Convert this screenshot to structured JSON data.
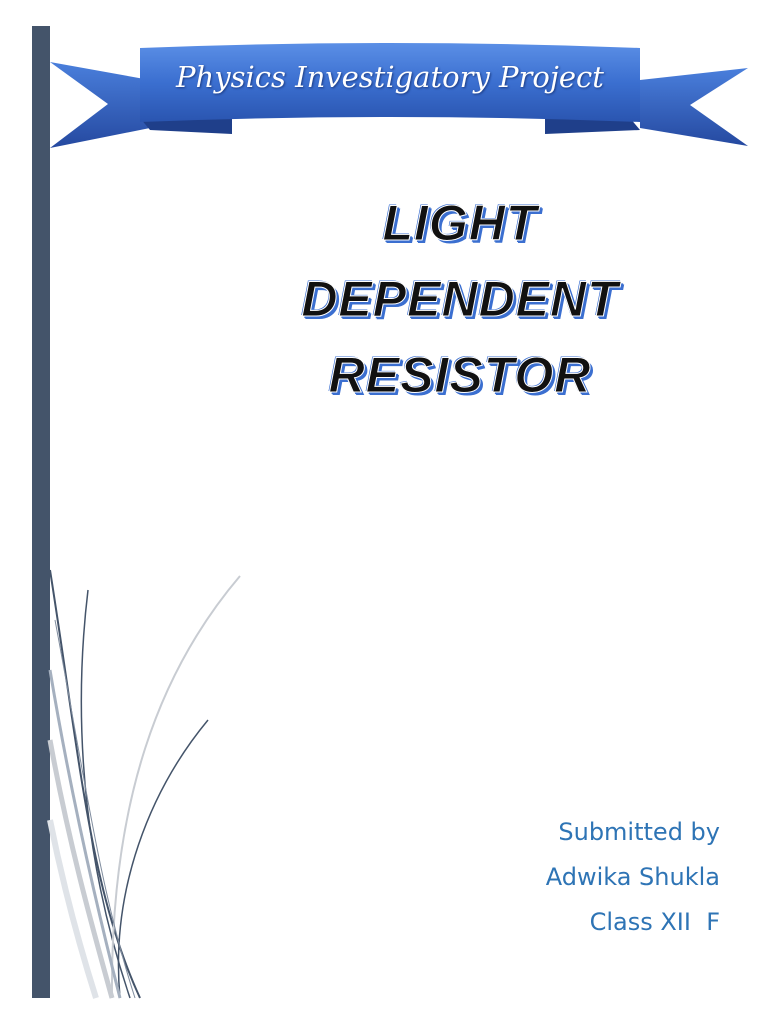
{
  "banner": {
    "title": "Physics Investigatory Project",
    "color": "#3b6fd0"
  },
  "title": {
    "line1": "LIGHT",
    "line2": "DEPENDENT",
    "line3": "RESISTOR"
  },
  "submission": {
    "label": "Submitted by",
    "name": "Adwika Shukla",
    "class": "Class XII  F"
  },
  "colors": {
    "sidebar": "#44546a",
    "accent_text": "#2e74b5"
  }
}
